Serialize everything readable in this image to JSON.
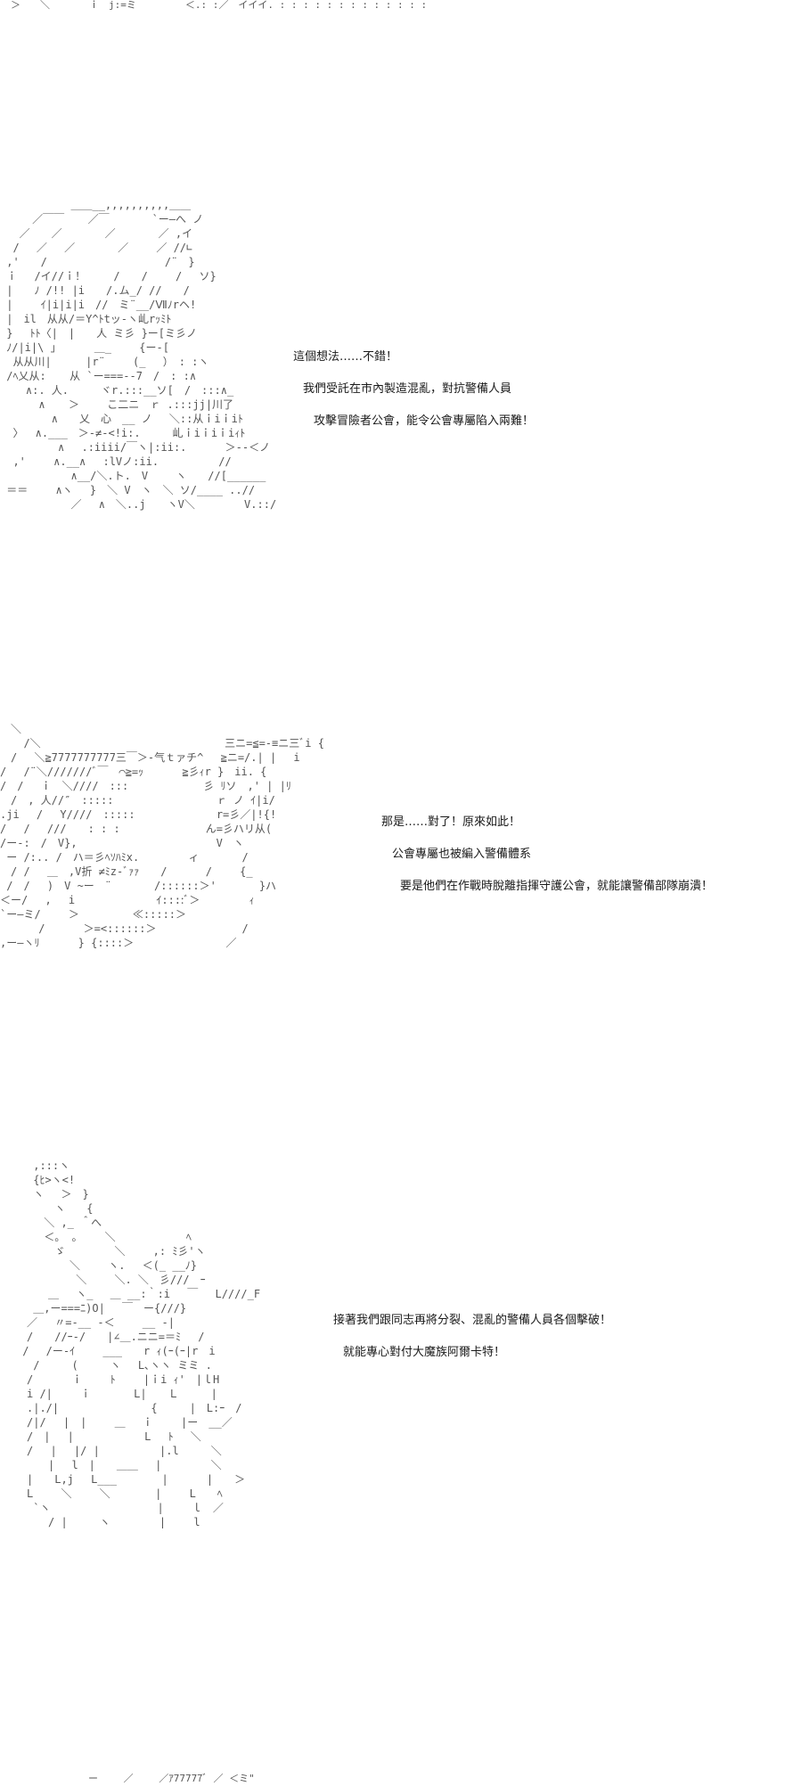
{
  "top_art": "＞　　＼　　　　ｉ　j:=ミ　　　　　＜.: :／　イイイ. : : : : : : : : : : : : :",
  "panels": [
    {
      "art": "           ＿＿__,,,,,,,,,,＿＿\n     ／￣￣　  ／￣　　　　`ー―へ ノ\n   ／　　／　　　　／　　　　／ ,イ\n  /　 ／　 ／　　　　／　　 ／ //∟\n ,'　　/　　　　　　　　　　　/¨　}\n ｉ　 /イ//ｉ！　　 /　　/　　 /　 ソ}\n |　　ﾉ /!! |i　　/.ム_/ //　　/\n |　　 ｲ|i|i|i　//　ミ¨__/Ⅶﾉrヘ!\n |　il　从从/＝Y^ﾄtッ-ヽ乢rｯﾐﾄ\n }　 ﾄﾄ〈|　|　　人 ミ彡 }ー[ミ彡ノ\n ﾉ/|i|\\ 」　　　 ＿_　　 {ー-[\n  从从川|　 　 |r¨　　 (_ 　）　: :ヽ\n /ﾍ乂从:　  从 `ー===--7　/　: :∧\n    ∧:. 人.　　　ヾr.:::__ソ[　/　:::∧_\n      ∧　  ＞　　 こ二ニ　ｒ .:::jj|川了\n        ∧　　乂　心　__ ノ　 ＼::从ｉiｉiﾄ\n  〉　 ∧.___　＞-≠-<!i:.　　　乢ｉiｉiｉiｨﾄ\n         ∧　 .:iiii/￣ヽ|:ii:.　　　 ＞--＜ノ\n  ,'　 　∧.__∧　 :lVノ:ii.　　　　　 //\n           ∧__/＼.ト.　V　　 ヽ　　//[______\n ＝＝　　 ∧ヽ　 }　＼ V　ヽ　＼ ソ/____ ..//\n           ／　 ∧　＼..j　　ヽV＼　　　　 V.::/",
      "lines": [
        "這個想法……不錯！",
        "我們受託在市內製造混亂，對抗警備人員",
        "攻擊冒險者公會，能令公會專屬陷入兩難！"
      ]
    },
    {
      "art": "　＼\n 　 /＼　　　　　　　　　　　　　　 　　 三ニ=≦=-≡ニ三ﾞi {\n　/　 ＼≧7777777777三￣＞-气ｔァチ^　 ≧ニ=/.| |　 i\n/　 /¨＼///////ﾞ￣　⌒≧=ｯ　　　 ≧彡ｨr }　ii. {\n/　/　 ｉ　＼////　:::　　　　　　　彡 ﾘソ　,' | |ﾘ\n　/　, 人//″　:::::　　　　　　　　　 ｒ ノ ｲ|i/\n.ji　 /　 Y////　:::::　　　　　　　 r=彡／|!{!\n/ 　/　 ///　　: : :　　　　　　　　ん=彡ハリ从(\n/ー-:　/　V},　　　　　　　　　　　　　V　ヽ\n ー /:.. /　ハ＝彡ﾍｿﾊﾐx.　　　　 ィ　　　　/\n　/ /　 ＿　,V折 ≠ﾐz-ﾞｧｧ　　/　　　 /　　 {_\n /　/　 )　V ~ー　¨　　　　/::::::＞'　　　　}ハ\n＜ー/　 ,　 i　　　　　　　 ｲ::::ﾞ＞　　　　 ｨ\n`ー―ミ/　　 ＞　　　　　≪:::::＞\n　　　 /　　　 ＞=<::::::＞　　　　　　　　/\n,ー―ヽﾘ　　　 } {::::＞　　　　　　　　 ／",
      "lines": [
        "那是……對了！原來如此！",
        "公會專屬也被編入警備體系",
        "要是他們在作戰時脫離指揮守護公會，就能讓警備部隊崩潰！"
      ]
    },
    {
      "art": "　 ,:::ヽ\n　 {ﾋ>ヽ<!\n　 ヽ　 ＞　}\n　　　 ヽ　　{\n　　 ＼ ,_ ＾へ\n　　 ＜。 。　　 ＼　　　　　　 ﾍ\n　　　 ゞ　　　　 ＼　　 ,: ﾐ彡'ヽ\n　　　　　＼　　 ヽ.　 ＜(_ __ﾉ}\n　　　　　 ＼　　 ＼. ＼　彡///　ｰ\n　　　＿ 　ヽ_　 ＿ __:｀:i 　￣　 L////_F\n　 ＿,ー===ﾆ)O| 　￣　ー{///}\n　／　 〃=-__ -＜　　 __ -|\n　/　　//ｰ-/　　|∠＿.ニニ=＝ﾐ　 /\n /　 /ー-ｲ　　 ___　　r ｨ(ｰ(ｰ|r　i\n　 /　　　(　　　ヽ　 L､ヽヽ ミミ .\n　/　　　 ｉ　　 ﾄ　　 |ｉi ｨ'　|ｌH\n　i /|　　 ｉ　　　　L|　　Ｌ　　　|\n　.|./|　　　　　　　　 {　　　|　L:ｰ　/\n　/|/ 　|　|　　 ＿　 ｉ　　 |ー　__／\n　/　|　 |　　　　　　 L　 ﾄ　 ＼\n　/　 |　 |/ |　　　　　 |.l　　　＼\n　　　|　 l　|　　＿＿　 |　　　　 ＼\n　|　　L,j　 L___ 　　　 |　　　 |　　＞\n　L　　 ＼　　 ＼ 　　　 |　　 L　　ﾍ\n　 `ヽ　　　　　　　　　　|　　 ｌ　／\n　　　/ |　　　ヽ　　　　 |　　 l",
      "lines": [
        "接著我們跟同志再將分裂、混亂的警備人員各個擊破！",
        "就能專心對付大魔族阿爾卡特！"
      ]
    }
  ],
  "bottom_art": "　　　　　　　　　ー　　 ／　　 ／ｱ77777ﾞ ／ ＜ミ\""
}
